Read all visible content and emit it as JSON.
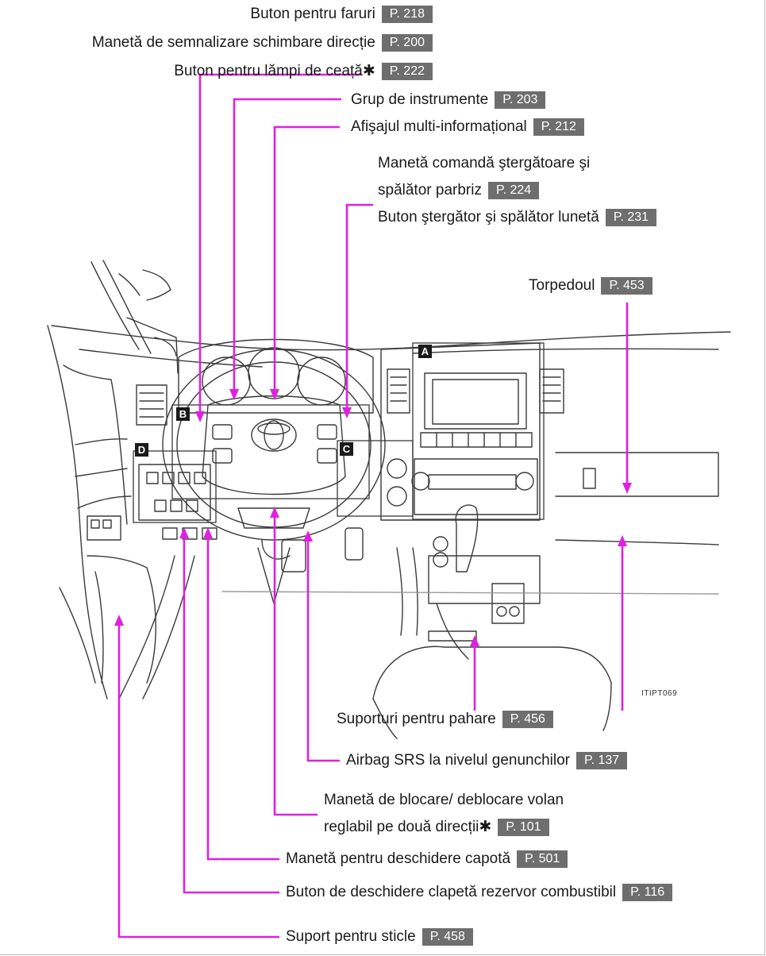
{
  "callouts": {
    "headlights": {
      "label": "Buton pentru faruri",
      "page": "P. 218"
    },
    "turn_signal": {
      "label": "Manetă de semnalizare schimbare direcție",
      "page": "P. 200"
    },
    "fog_lights": {
      "label": "Buton pentru lămpi de ceață✱",
      "page": "P. 222"
    },
    "instrument_cluster": {
      "label": "Grup de instrumente",
      "page": "P. 203"
    },
    "multi_info": {
      "label": "Afişajul multi-informațional",
      "page": "P. 212"
    },
    "wiper_line1": "Manetă comandă ştergătoare şi",
    "wiper_line2": {
      "label": "spălător parbriz",
      "page": "P. 224"
    },
    "rear_wiper": {
      "label": "Buton ştergător şi spălător lunetă",
      "page": "P. 231"
    },
    "glovebox": {
      "label": "Torpedoul",
      "page": "P. 453"
    },
    "cup_holders": {
      "label": "Suporturi pentru pahare",
      "page": "P. 456"
    },
    "knee_airbag": {
      "label": "Airbag SRS la nivelul genunchilor",
      "page": "P. 137"
    },
    "tilt_line1": "Manetă de blocare/ deblocare volan",
    "tilt_line2": {
      "label": "reglabil pe două direcții✱",
      "page": "P. 101"
    },
    "hood": {
      "label": "Manetă pentru deschidere capotă",
      "page": "P. 501"
    },
    "fuel_door": {
      "label": "Buton de deschidere clapetă rezervor combustibil",
      "page": "P. 116"
    },
    "bottle_holder": {
      "label": "Suport pentru sticle",
      "page": "P. 458"
    }
  },
  "area_tags": {
    "a": "A",
    "b": "B",
    "c": "C",
    "d": "D"
  },
  "figure_code": "ITIPT069",
  "colors": {
    "leader": "#e020e0",
    "ref_box": "#6e6e6e",
    "drawing": "#3a3a3a"
  }
}
